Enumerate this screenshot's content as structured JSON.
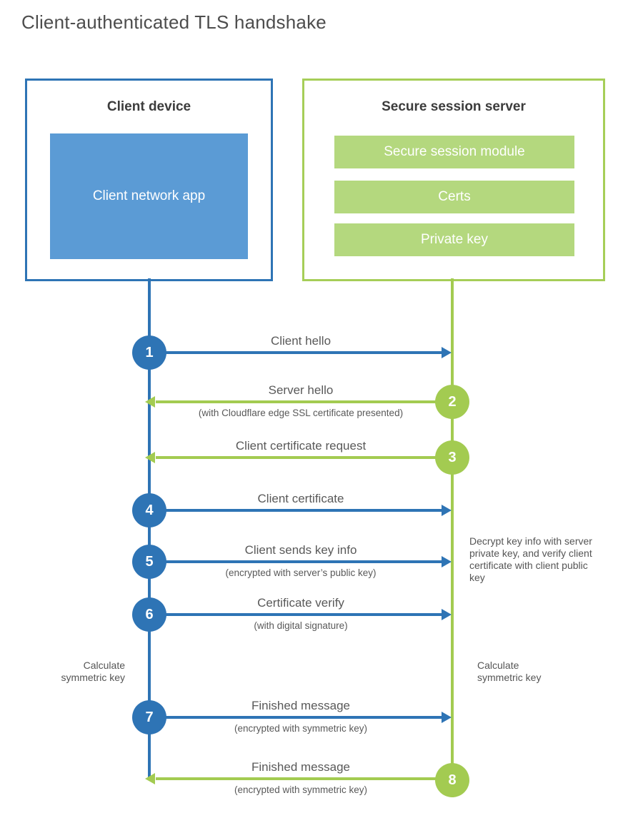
{
  "title": "Client-authenticated TLS handshake",
  "colors": {
    "blue": "#2e74b5",
    "blueLight": "#5b9bd5",
    "green": "#a3cb51",
    "greenLight": "#b4d87e",
    "greenBorder": "#a6ce58"
  },
  "client_box": {
    "title": "Client device",
    "app_label": "Client network app"
  },
  "server_box": {
    "title": "Secure session server",
    "modules": [
      {
        "label": "Secure session module"
      },
      {
        "label": "Certs"
      },
      {
        "label": "Private key"
      }
    ]
  },
  "steps": [
    {
      "num": "1",
      "direction": "right",
      "color": "blue",
      "label": "Client hello",
      "sub": ""
    },
    {
      "num": "2",
      "direction": "left",
      "color": "green",
      "label": "Server hello",
      "sub": "(with Cloudflare edge SSL certificate presented)"
    },
    {
      "num": "3",
      "direction": "left",
      "color": "green",
      "label": "Client certificate request",
      "sub": ""
    },
    {
      "num": "4",
      "direction": "right",
      "color": "blue",
      "label": "Client certificate",
      "sub": ""
    },
    {
      "num": "5",
      "direction": "right",
      "color": "blue",
      "label": "Client sends key info",
      "sub": "(encrypted with server’s public key)"
    },
    {
      "num": "6",
      "direction": "right",
      "color": "blue",
      "label": "Certificate verify",
      "sub": "(with digital signature)"
    },
    {
      "num": "7",
      "direction": "right",
      "color": "blue",
      "label": "Finished message",
      "sub": "(encrypted with symmetric key)"
    },
    {
      "num": "8",
      "direction": "left",
      "color": "green",
      "label": "Finished message",
      "sub": "(encrypted with symmetric key)"
    }
  ],
  "annotations": {
    "server_note": "Decrypt key info with server private key, and verify client certificate with client public key",
    "calc_left": "Calculate symmetric key",
    "calc_right": "Calculate symmetric key"
  }
}
